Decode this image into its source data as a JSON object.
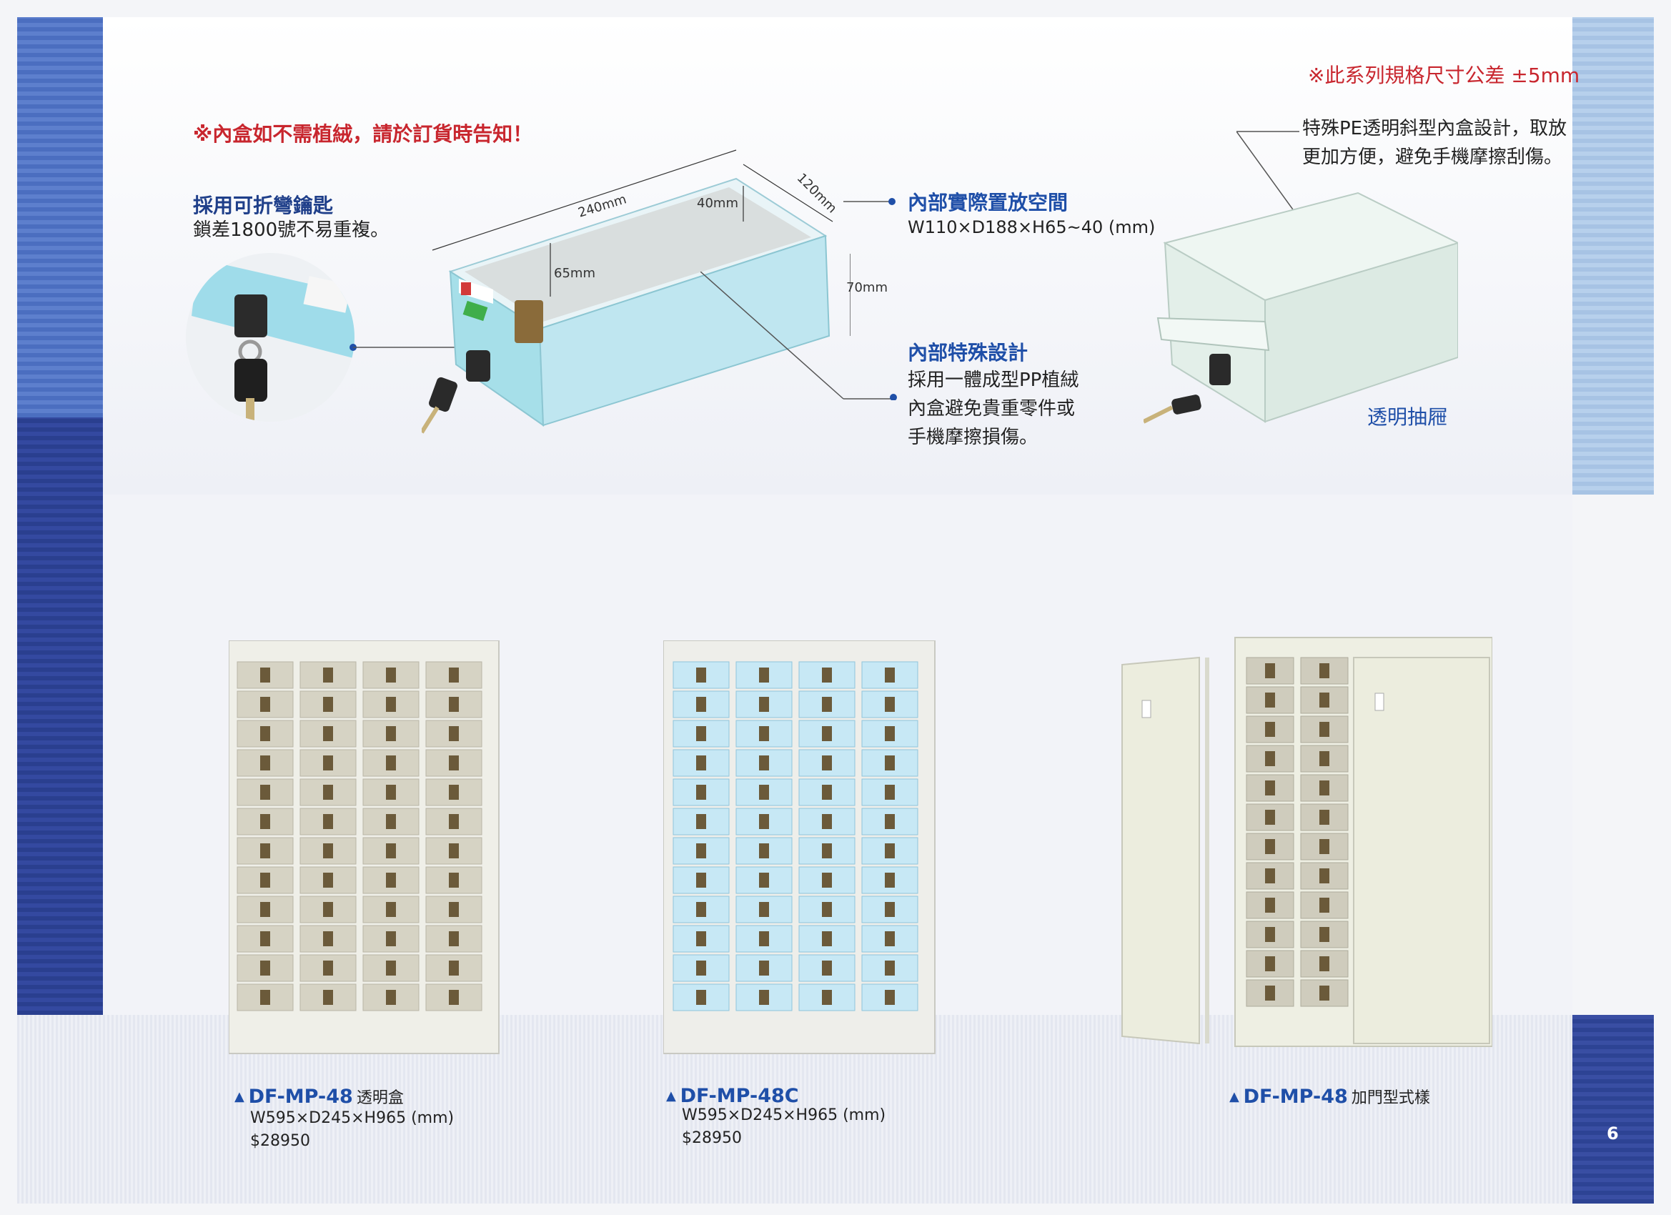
{
  "notes": {
    "tolerance": "※此系列規格尺寸公差 ±5mm",
    "flocking": "※內盒如不需植絨，請於訂貨時告知！"
  },
  "features": {
    "key": {
      "title": "採用可折彎鑰匙",
      "desc": "鎖差1800號不易重複。"
    },
    "inner_space": {
      "title": "內部實際置放空間",
      "desc": "W110×D188×H65~40 (mm)"
    },
    "inner_design": {
      "title": "內部特殊設計",
      "lines": [
        "採用一體成型PP植絨",
        "內盒避免貴重零件或",
        "手機摩擦損傷。"
      ]
    },
    "pe_box": {
      "lines": [
        "特殊PE透明斜型內盒設計，取放",
        "更加方便，避免手機摩擦刮傷。"
      ]
    },
    "transparent_drawer": "透明抽屜"
  },
  "dimensions": {
    "length": "240mm",
    "depth": "120mm",
    "front_height": "40mm",
    "inner_height": "65mm",
    "outer_height": "70mm"
  },
  "products": [
    {
      "model": "DF-MP-48",
      "sub": "透明盒",
      "spec": "W595×D245×H965 (mm)",
      "price": "$28950"
    },
    {
      "model": "DF-MP-48C",
      "sub": "",
      "spec": "W595×D245×H965 (mm)",
      "price": "$28950"
    },
    {
      "model": "DF-MP-48",
      "sub": "加門型式樣",
      "spec": "",
      "price": ""
    }
  ],
  "page_number": "6",
  "colors": {
    "accent_blue": "#1f4fa8",
    "note_red": "#c8262e",
    "band_navy": "#2a3f8f",
    "box_cyan": "#bfe6f0"
  }
}
